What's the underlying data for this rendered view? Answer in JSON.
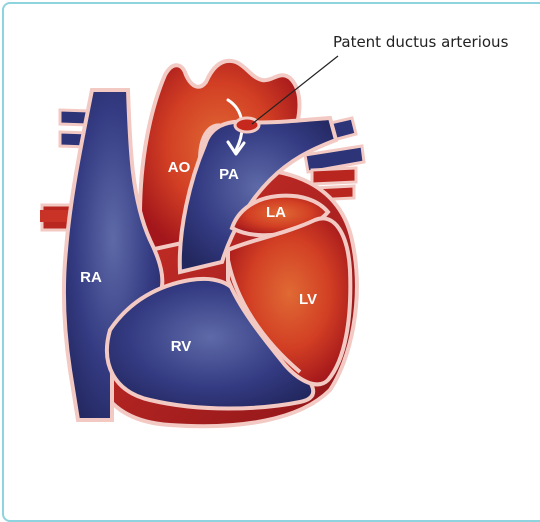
{
  "labels": {
    "ao": "AO",
    "pa": "PA",
    "la": "LA",
    "ra": "RA",
    "rv": "RV",
    "lv": "LV"
  },
  "callout": {
    "text": "Patent ductus arterious"
  },
  "colors": {
    "frame_border": "#8fd3df",
    "oxygenated": "#c7281e",
    "deoxygenated": "#2a2f6e",
    "outline": "#f3c9c4"
  }
}
